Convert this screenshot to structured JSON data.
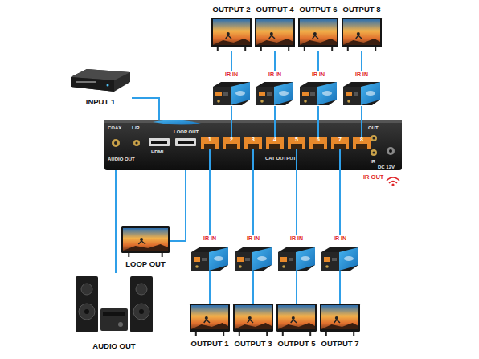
{
  "diagram": {
    "nodes": [
      {
        "text": [
          "OUTPUT 2"
        ]
      },
      {
        "text": [
          "OUTPUT 4"
        ]
      },
      {
        "text": [
          "OUTPUT 6"
        ]
      },
      {
        "text": [
          "OUTPUT 8"
        ]
      },
      {
        "text": [
          "IR IN"
        ]
      },
      {
        "text": [
          "IR IN"
        ]
      },
      {
        "text": [
          "IR IN"
        ]
      },
      {
        "text": [
          "IR IN"
        ]
      },
      {
        "text": [
          "INPUT 1"
        ]
      },
      {
        "text": [
          "COAX",
          "L/R",
          "AUDIO OUT",
          "HDMI",
          "LOOP OUT",
          "CAT OUTPUT",
          "OUT",
          "IR",
          "DC 12V"
        ]
      },
      {
        "text": [
          "1"
        ],
        "in": 9
      },
      {
        "text": [
          "2"
        ],
        "in": 9
      },
      {
        "text": [
          "3"
        ],
        "in": 9
      },
      {
        "text": [
          "4"
        ],
        "in": 9
      },
      {
        "text": [
          "5"
        ],
        "in": 9
      },
      {
        "text": [
          "6"
        ],
        "in": 9
      },
      {
        "text": [
          "7"
        ],
        "in": 9
      },
      {
        "text": [
          "8"
        ],
        "in": 9
      },
      {
        "text": [
          "LOOP OUT"
        ]
      },
      {
        "text": [
          "AUDIO OUT"
        ]
      },
      {
        "text": [
          "IR IN"
        ]
      },
      {
        "text": [
          "IR IN"
        ]
      },
      {
        "text": [
          "IR IN"
        ]
      },
      {
        "text": [
          "IR IN"
        ]
      },
      {
        "text": [
          "OUTPUT 1"
        ]
      },
      {
        "text": [
          "OUTPUT 3"
        ]
      },
      {
        "text": [
          "OUTPUT 5"
        ]
      },
      {
        "text": [
          "OUTPUT 7"
        ]
      }
    ],
    "edges": [
      {
        "from": 8,
        "to": 9,
        "arrow": "none"
      },
      {
        "from": 11,
        "to": 4,
        "arrow": "none"
      },
      {
        "from": 13,
        "to": 5,
        "arrow": "none"
      },
      {
        "from": 15,
        "to": 6,
        "arrow": "none"
      },
      {
        "from": 17,
        "to": 7,
        "arrow": "none"
      },
      {
        "from": 4,
        "to": 0,
        "arrow": "none"
      },
      {
        "from": 5,
        "to": 1,
        "arrow": "none"
      },
      {
        "from": 6,
        "to": 2,
        "arrow": "none"
      },
      {
        "from": 7,
        "to": 3,
        "arrow": "none"
      },
      {
        "from": 10,
        "to": 20,
        "arrow": "none"
      },
      {
        "from": 12,
        "to": 21,
        "arrow": "none"
      },
      {
        "from": 14,
        "to": 22,
        "arrow": "none"
      },
      {
        "from": 16,
        "to": 23,
        "arrow": "none"
      },
      {
        "from": 20,
        "to": 24,
        "arrow": "none"
      },
      {
        "from": 21,
        "to": 25,
        "arrow": "none"
      },
      {
        "from": 22,
        "to": 26,
        "arrow": "none"
      },
      {
        "from": 23,
        "to": 27,
        "arrow": "none"
      },
      {
        "from": 9,
        "to": 18,
        "arrow": "none"
      },
      {
        "from": 9,
        "to": 19,
        "arrow": "none"
      }
    ],
    "labels": [
      "IR OUT"
    ]
  }
}
